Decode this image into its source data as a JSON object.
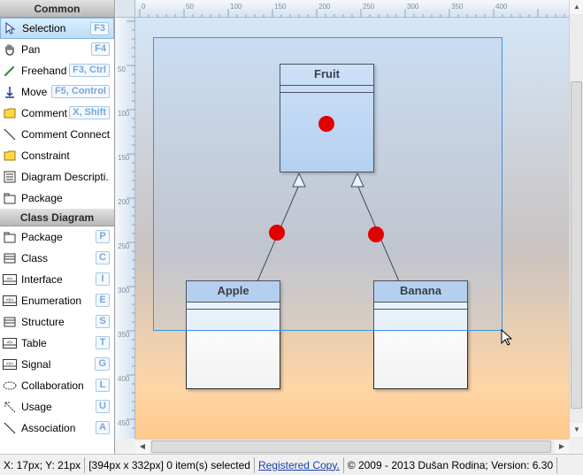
{
  "toolbox": {
    "common": {
      "header": "Common",
      "items": [
        {
          "label": "Selection",
          "key": "F3",
          "icon": "arrow-cursor-icon"
        },
        {
          "label": "Pan",
          "key": "F4",
          "icon": "hand-icon"
        },
        {
          "label": "Freehand",
          "key": "F3, Ctrl",
          "icon": "pencil-icon"
        },
        {
          "label": "Move",
          "key": "F5, Control",
          "icon": "move-icon"
        },
        {
          "label": "Comment",
          "key": "X, Shift",
          "icon": "comment-icon"
        },
        {
          "label": "Comment Connect...",
          "key": "",
          "icon": "connector-icon"
        },
        {
          "label": "Constraint",
          "key": "",
          "icon": "constraint-icon"
        },
        {
          "label": "Diagram Descripti...",
          "key": "",
          "icon": "description-icon"
        },
        {
          "label": "Package",
          "key": "",
          "icon": "package-icon"
        }
      ]
    },
    "class_diagram": {
      "header": "Class Diagram",
      "items": [
        {
          "label": "Package",
          "key": "P",
          "icon": "package-icon"
        },
        {
          "label": "Class",
          "key": "C",
          "icon": "class-icon"
        },
        {
          "label": "Interface",
          "key": "I",
          "icon": "interface-icon"
        },
        {
          "label": "Enumeration",
          "key": "E",
          "icon": "enumeration-icon"
        },
        {
          "label": "Structure",
          "key": "S",
          "icon": "structure-icon"
        },
        {
          "label": "Table",
          "key": "T",
          "icon": "table-icon"
        },
        {
          "label": "Signal",
          "key": "G",
          "icon": "signal-icon"
        },
        {
          "label": "Collaboration",
          "key": "L",
          "icon": "collaboration-icon"
        },
        {
          "label": "Usage",
          "key": "U",
          "icon": "usage-icon"
        },
        {
          "label": "Association",
          "key": "A",
          "icon": "association-icon"
        }
      ]
    }
  },
  "rulers": {
    "horizontal": [
      "0",
      "50",
      "100",
      "150",
      "200",
      "250",
      "300",
      "350",
      "400"
    ],
    "vertical": [
      "50",
      "100",
      "150",
      "200",
      "250",
      "300",
      "350",
      "400",
      "450"
    ]
  },
  "diagram": {
    "classes": {
      "parent": "Fruit",
      "child1": "Apple",
      "child2": "Banana"
    }
  },
  "statusbar": {
    "position": "X: 17px; Y: 21px",
    "selection": "[394px x 332px] 0 item(s) selected",
    "registered": "Registered Copy.",
    "copyright": "© 2009 - 2013 Dušan Rodina; Version: 6.30"
  },
  "colors": {
    "accent": "#3a94e6",
    "handle": "#e00000"
  }
}
